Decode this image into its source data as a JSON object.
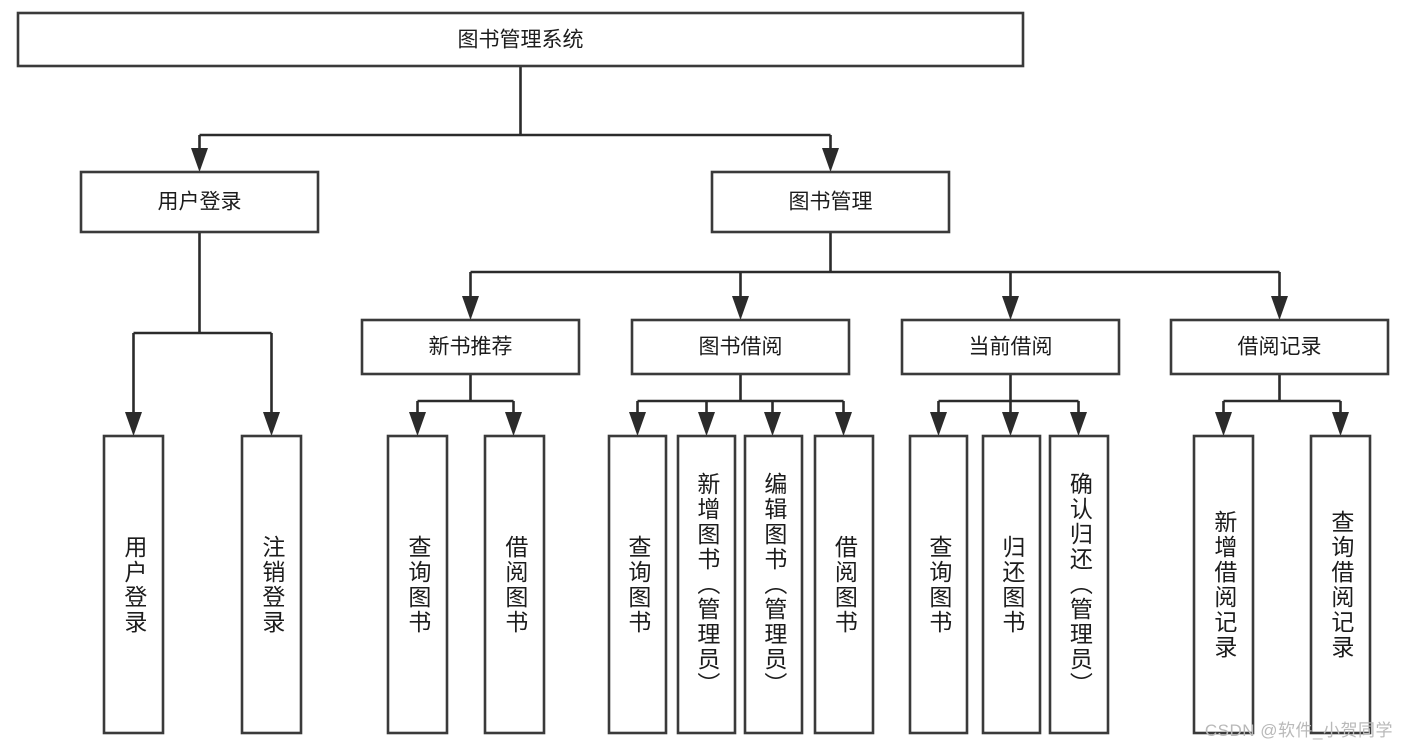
{
  "diagram": {
    "type": "tree",
    "title": "图书管理系统",
    "root": {
      "label": "图书管理系统"
    },
    "level1": [
      {
        "label": "用户登录"
      },
      {
        "label": "图书管理"
      }
    ],
    "level2": [
      {
        "label": "新书推荐",
        "parent": "图书管理"
      },
      {
        "label": "图书借阅",
        "parent": "图书管理"
      },
      {
        "label": "当前借阅",
        "parent": "图书管理"
      },
      {
        "label": "借阅记录",
        "parent": "图书管理"
      }
    ],
    "leaves": [
      {
        "label": "用户登录",
        "parent": "用户登录"
      },
      {
        "label": "注销登录",
        "parent": "用户登录"
      },
      {
        "label": "查询图书",
        "parent": "新书推荐"
      },
      {
        "label": "借阅图书",
        "parent": "新书推荐"
      },
      {
        "label": "查询图书",
        "parent": "图书借阅"
      },
      {
        "label": "新增图书（管理员）",
        "parent": "图书借阅"
      },
      {
        "label": "编辑图书（管理员）",
        "parent": "图书借阅"
      },
      {
        "label": "借阅图书",
        "parent": "图书借阅"
      },
      {
        "label": "查询图书",
        "parent": "当前借阅"
      },
      {
        "label": "归还图书",
        "parent": "当前借阅"
      },
      {
        "label": "确认归还（管理员）",
        "parent": "当前借阅"
      },
      {
        "label": "新增借阅记录",
        "parent": "借阅记录"
      },
      {
        "label": "查询借阅记录",
        "parent": "借阅记录"
      }
    ],
    "colors": {
      "box_stroke": "#3a3a3a",
      "connector": "#2b2b2b",
      "background": "#ffffff",
      "text": "#1c1c1c",
      "watermark": "#b9b9b9"
    },
    "watermark": "CSDN @软件_小贺同学"
  }
}
